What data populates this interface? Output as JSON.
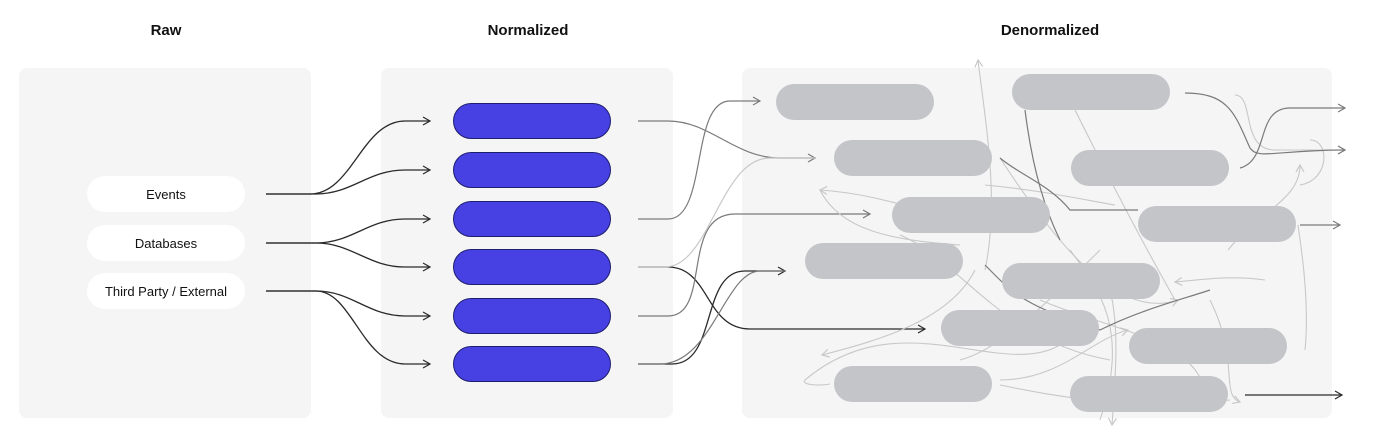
{
  "headings": {
    "raw": "Raw",
    "normalized": "Normalized",
    "denormalized": "Denormalized"
  },
  "sources": [
    {
      "label": "Events"
    },
    {
      "label": "Databases"
    },
    {
      "label": "Third Party / External"
    }
  ],
  "colors": {
    "panel_background": "#f5f5f5",
    "normalized_pill": "#4740e2",
    "denormalized_pill": "#c4c5c9",
    "dark_connector": "#2a2a2a",
    "mid_connector": "#7a7a7a",
    "light_connector": "#c8c8c8"
  }
}
